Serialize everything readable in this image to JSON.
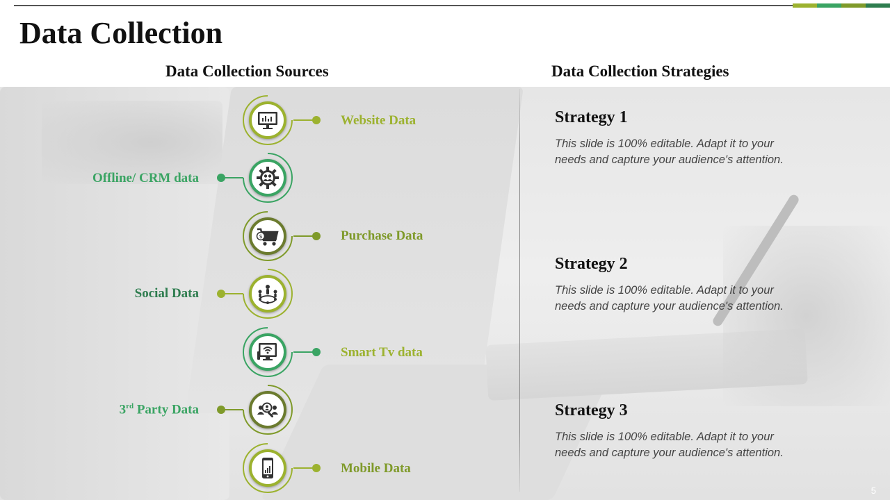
{
  "title": "Data Collection",
  "sources_heading": "Data Collection Sources",
  "strategies_heading": "Data Collection Strategies",
  "colors": {
    "olive_green": "#9cb22f",
    "mid_green": "#3aa463",
    "dark_olive": "#6b7b2e",
    "dark_green": "#2e7d4f",
    "top_bar": [
      "#9cb22f",
      "#3aa463",
      "#7f9a2a",
      "#2e7d4f"
    ]
  },
  "sources": [
    {
      "label": "Website  Data",
      "icon": "monitor-chart-icon",
      "side": "right",
      "color": "#9cb22f"
    },
    {
      "label": "Offline/  CRM data",
      "icon": "gear-people-icon",
      "side": "left",
      "color": "#3aa463"
    },
    {
      "label": "Purchase Data",
      "icon": "shopping-cart-icon",
      "side": "right",
      "color": "#7f9a2a"
    },
    {
      "label": "Social Data",
      "icon": "social-network-icon",
      "side": "left",
      "color": "#2e7d4f"
    },
    {
      "label": "Smart  Tv  data",
      "icon": "smart-tv-icon",
      "side": "right",
      "color": "#9cb22f"
    },
    {
      "label_main": "3",
      "label_sup": "rd",
      "label_rest": " Party Data",
      "icon": "people-search-icon",
      "side": "left",
      "color": "#3aa463"
    },
    {
      "label": "Mobile  Data",
      "icon": "mobile-phone-icon",
      "side": "right",
      "color": "#7f9a2a"
    }
  ],
  "strategies": [
    {
      "title": "Strategy 1",
      "text": "This slide is 100% editable. Adapt it to your needs and capture your audience's attention."
    },
    {
      "title": "Strategy 2",
      "text": "This slide is 100% editable. Adapt it to your needs and capture your audience's attention."
    },
    {
      "title": "Strategy 3",
      "text": "This slide is 100% editable. Adapt it to your needs and capture your audience's attention."
    }
  ],
  "page_number": "5"
}
